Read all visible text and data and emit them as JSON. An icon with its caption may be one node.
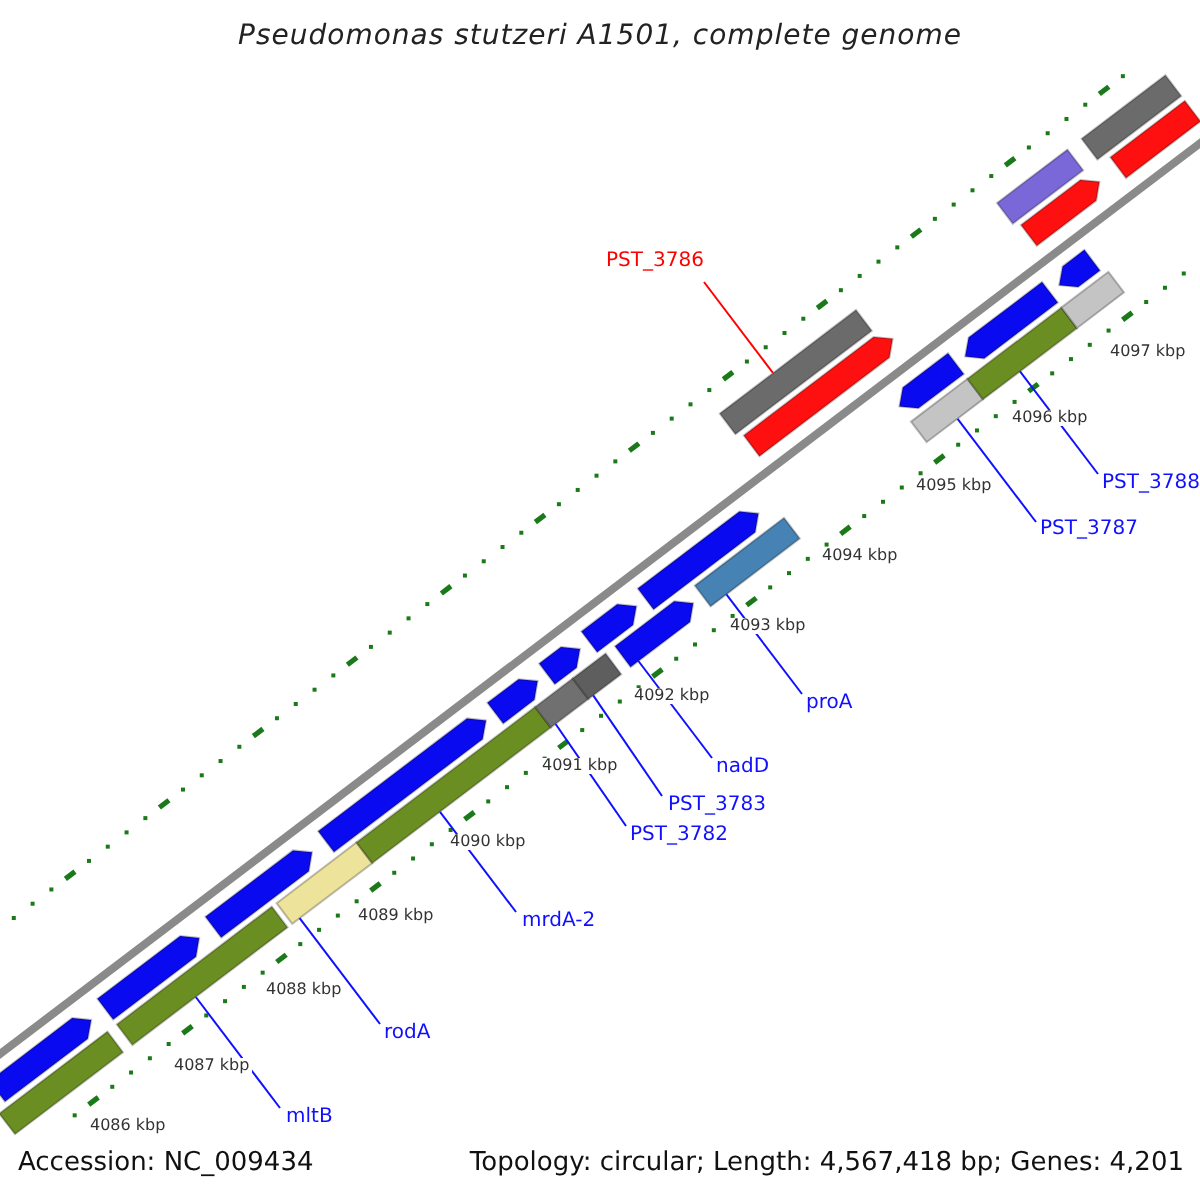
{
  "diagram": {
    "title": "Pseudomonas stutzeri A1501, complete genome",
    "nodes": [
      {
        "text": [
          "PST_3786"
        ]
      },
      {
        "text": [
          "PST_3788"
        ]
      },
      {
        "text": [
          "PST_3787"
        ]
      },
      {
        "text": [
          "proA"
        ]
      },
      {
        "text": [
          "nadD"
        ]
      },
      {
        "text": [
          "PST_3783"
        ]
      },
      {
        "text": [
          "PST_3782"
        ]
      },
      {
        "text": [
          "mrdA-2"
        ]
      },
      {
        "text": [
          "rodA"
        ]
      },
      {
        "text": [
          "mltB"
        ]
      },
      {
        "text": [],
        "shape": "bar"
      },
      {
        "text": [],
        "shape": "bar"
      },
      {
        "text": [],
        "shape": "bar"
      },
      {
        "text": [],
        "shape": "bar"
      },
      {
        "text": [],
        "shape": "bar"
      },
      {
        "text": [],
        "shape": "bar"
      },
      {
        "text": [],
        "shape": "bar"
      },
      {
        "text": [],
        "shape": "bar"
      },
      {
        "text": [],
        "shape": "bar"
      },
      {
        "text": [],
        "shape": "bar"
      },
      {
        "text": [],
        "shape": "bar"
      },
      {
        "text": [],
        "shape": "bar"
      },
      {
        "text": [],
        "shape": "bar"
      },
      {
        "text": [],
        "shape": "bar"
      },
      {
        "text": [],
        "shape": "bar"
      },
      {
        "text": [],
        "shape": "bar"
      },
      {
        "text": [],
        "shape": "bar"
      },
      {
        "text": [],
        "shape": "bar"
      },
      {
        "text": [],
        "shape": "bar"
      },
      {
        "text": [],
        "shape": "bar"
      },
      {
        "text": [],
        "shape": "bar"
      },
      {
        "text": [],
        "shape": "bar"
      },
      {
        "text": [],
        "shape": "bar"
      },
      {
        "text": [],
        "shape": "bar"
      },
      {
        "text": [],
        "shape": "bar"
      },
      {
        "text": [],
        "shape": "bar"
      },
      {
        "text": [],
        "shape": "bar"
      },
      {
        "text": [],
        "shape": "bar"
      }
    ],
    "edges": [
      {
        "from": 0,
        "to": 26,
        "arrow": "none",
        "color": "#ff0000"
      },
      {
        "from": 1,
        "to": 31,
        "arrow": "none"
      },
      {
        "from": 2,
        "to": 29,
        "arrow": "none"
      },
      {
        "from": 3,
        "to": 25,
        "arrow": "none"
      },
      {
        "from": 4,
        "to": 23,
        "arrow": "none"
      },
      {
        "from": 5,
        "to": 21,
        "arrow": "none"
      },
      {
        "from": 6,
        "to": 19,
        "arrow": "none"
      },
      {
        "from": 7,
        "to": 17,
        "arrow": "none"
      },
      {
        "from": 8,
        "to": 15,
        "arrow": "none"
      },
      {
        "from": 9,
        "to": 13,
        "arrow": "none"
      }
    ],
    "labels": [
      "4097 kbp",
      "4096 kbp",
      "4095 kbp",
      "4094 kbp",
      "4093 kbp",
      "4092 kbp",
      "4091 kbp",
      "4090 kbp",
      "4089 kbp",
      "4088 kbp",
      "4087 kbp",
      "4086 kbp",
      "Accession: NC_009434",
      "Topology: circular; Length: 4,567,418 bp; Genes: 4,201"
    ]
  }
}
